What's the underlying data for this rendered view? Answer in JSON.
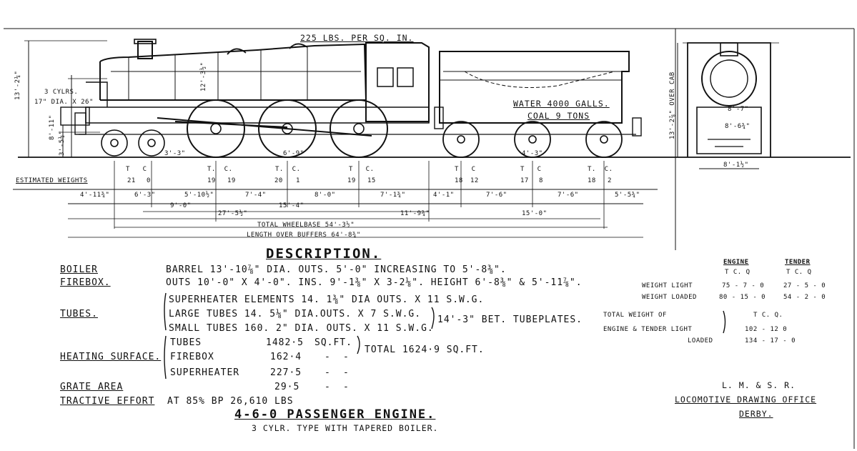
{
  "drawing": {
    "pressure": "225 LBS. PER SQ. IN.",
    "tender_water": "WATER 4000 GALLS.",
    "tender_coal": "COAL 9 TONS",
    "cylinders_line1": "3 CYLRS.",
    "cylinders_line2": "17\" DIA. X 26\"",
    "height_overall": "13'-2¼\"",
    "height_boiler_c": "12'-3½\"",
    "height_center": "8'-11\"",
    "height_footplate": "3'-5½\"",
    "bogie_wheel": "3'-3\"",
    "driving_wheel": "6'-9\"",
    "tender_wheel": "4'-3\"",
    "front_height": "13'-2⅞\" OVER CAB",
    "front_center": "8'-6¾\"",
    "front_width": "8'-1½\"",
    "front_gauge_label": "8'-7\""
  },
  "weights": {
    "label": "ESTIMATED WEIGHTS",
    "axles": [
      {
        "t": "21",
        "c": "0"
      },
      {
        "t": "19",
        "c": "19"
      },
      {
        "t": "20",
        "c": "1"
      },
      {
        "t": "19",
        "c": "15"
      },
      {
        "t": "18",
        "c": "12"
      },
      {
        "t": "17",
        "c": "8"
      },
      {
        "t": "18",
        "c": "2"
      }
    ]
  },
  "dimensions": {
    "d1": "4'-11¾\"",
    "d2": "6'-3\"",
    "d3": "5'-10½\"",
    "d4": "7'-4\"",
    "d5": "8'-0\"",
    "d6": "7'-1¾\"",
    "d7": "4'-1\"",
    "d8": "7'-6\"",
    "d9": "7'-6\"",
    "d10": "5'-5¾\"",
    "r2a": "9'-0\"",
    "r2b": "15'-4\"",
    "r3a": "27'-5½\"",
    "r3b": "11'-9¾\"",
    "r3c": "15'-0\"",
    "wheelbase": "TOTAL WHEELBASE 54'-3½\"",
    "length": "LENGTH OVER BUFFERS 64'-8¾\""
  },
  "description": {
    "heading": "DESCRIPTION.",
    "boiler_label": "BOILER",
    "boiler_text": "BARREL 13'-10⅞\" DIA. OUTS. 5'-0\" INCREASING TO 5'-8⅜\".",
    "firebox_label": "FIREBOX.",
    "firebox_text": "OUTS 10'-0\" X 4'-0\".  INS. 9'-1⅜\" X 3-2⅛\".   HEIGHT   6'-8⅜\" & 5'-11⅞\".",
    "tubes_label": "TUBES.",
    "tubes_line1": "SUPERHEATER ELEMENTS 14. 1⅜\" DIA OUTS. X 11 S.W.G.",
    "tubes_line2": "LARGE TUBES 14. 5⅛\" DIA.OUTS. X  7 S.W.G.",
    "tubes_line3": "SMALL TUBES 160. 2\" DIA. OUTS. X 11 S.W.G.",
    "tubeplates": "14'-3\" BET. TUBEPLATES.",
    "heating_label": "HEATING SURFACE.",
    "hs_tubes": "TUBES",
    "hs_tubes_val": "1482·5",
    "hs_unit": "SQ.FT.",
    "hs_firebox": "FIREBOX",
    "hs_firebox_val": "162·4",
    "hs_super": "SUPERHEATER",
    "hs_super_val": "227·5",
    "hs_total": "TOTAL 1624·9 SQ.FT.",
    "grate_label": "GRATE AREA",
    "grate_val": "29·5",
    "tractive_label": "TRACTIVE EFFORT",
    "tractive_text": "AT  85% BP    26,610 LBS",
    "title": "4-6-0 PASSENGER ENGINE.",
    "subtitle": "3 CYLR. TYPE WITH TAPERED BOILER.",
    "ditto": "-"
  },
  "weights_table": {
    "engine": "ENGINE",
    "tender": "TENDER",
    "tcq_engine": "T  C. Q",
    "tcq_tender": "T  C. Q",
    "light_label": "WEIGHT LIGHT",
    "light_engine": "75 - 7 - 0",
    "light_tender": "27 - 5 - 0",
    "loaded_label": "WEIGHT LOADED",
    "loaded_engine": "80 - 15 - 0",
    "loaded_tender": "54 - 2 - 0",
    "total_label1": "TOTAL WEIGHT OF",
    "total_label2": "ENGINE & TENDER LIGHT",
    "total_label3": "LOADED",
    "total_tcq": "T    C.   Q.",
    "total_light": "102 - 12   0",
    "total_loaded": "134 - 17 - 0"
  },
  "office": {
    "line1": "L. M. & S. R.",
    "line2": "LOCOMOTIVE DRAWING OFFICE",
    "line3": "DERBY."
  }
}
